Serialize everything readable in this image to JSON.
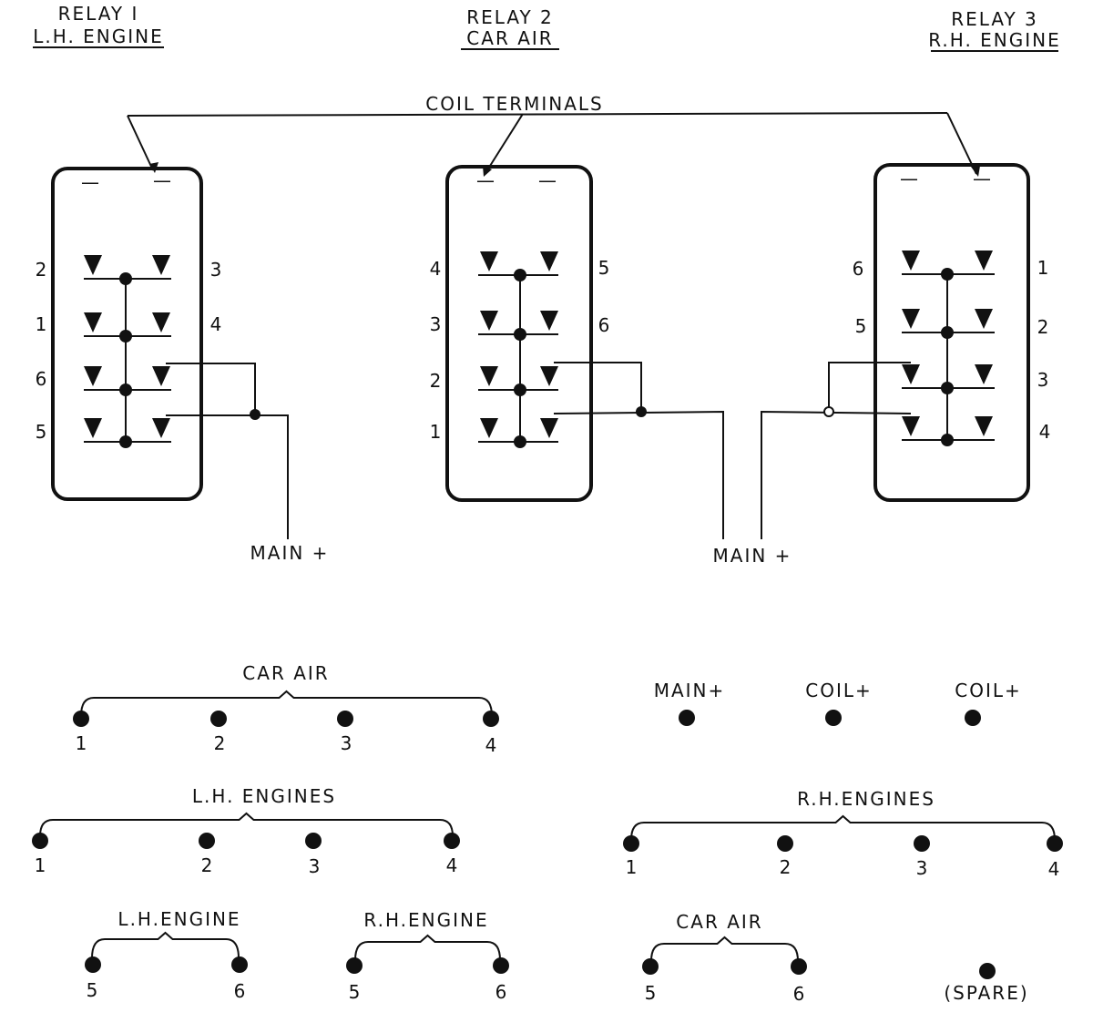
{
  "relays": [
    {
      "title": "RELAY I",
      "subtitle": "L.H. ENGINE",
      "left_numbers": [
        "2",
        "1",
        "6",
        "5"
      ],
      "right_numbers": [
        "3",
        "4"
      ]
    },
    {
      "title": "RELAY 2",
      "subtitle": "CAR AIR",
      "left_numbers": [
        "4",
        "3",
        "2",
        "1"
      ],
      "right_numbers": [
        "5",
        "6"
      ]
    },
    {
      "title": "RELAY 3",
      "subtitle": "R.H. ENGINE",
      "left_numbers": [
        "6",
        "5"
      ],
      "right_numbers": [
        "1",
        "2",
        "3",
        "4"
      ]
    }
  ],
  "coil_terminals_label": "COIL TERMINALS",
  "coil_terminal_mark": "—",
  "main_plus_labels": [
    "MAIN +",
    "MAIN +"
  ],
  "terminal_groups": {
    "car_air_top": {
      "label": "CAR AIR",
      "numbers": [
        "1",
        "2",
        "3",
        "4"
      ]
    },
    "power": {
      "labels": [
        "MAIN+",
        "COIL+",
        "COIL+"
      ]
    },
    "lh_engines": {
      "label": "L.H. ENGINES",
      "numbers": [
        "1",
        "2",
        "3",
        "4"
      ]
    },
    "rh_engines": {
      "label": "R.H.ENGINES",
      "numbers": [
        "1",
        "2",
        "3",
        "4"
      ]
    },
    "lh_engine": {
      "label": "L.H.ENGINE",
      "numbers": [
        "5",
        "6"
      ]
    },
    "rh_engine": {
      "label": "R.H.ENGINE",
      "numbers": [
        "5",
        "6"
      ]
    },
    "car_air_small": {
      "label": "CAR AIR",
      "numbers": [
        "5",
        "6"
      ]
    },
    "spare": {
      "label": "(SPARE)"
    }
  }
}
